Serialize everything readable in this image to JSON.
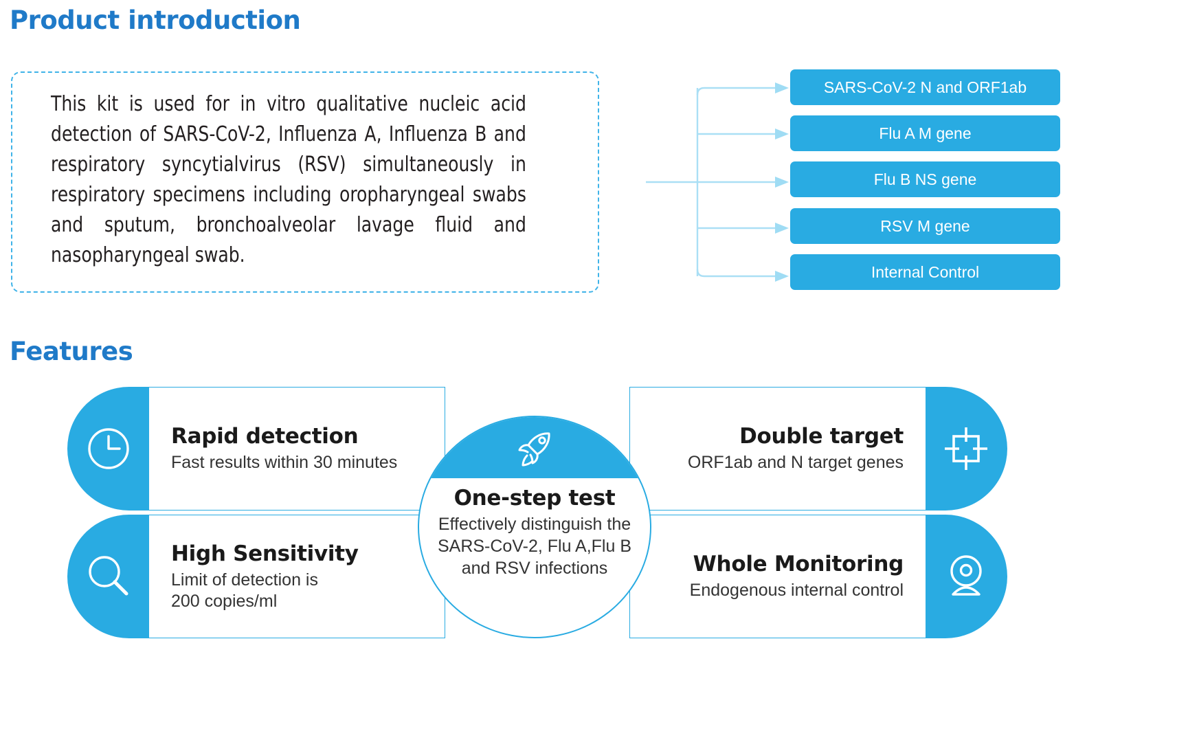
{
  "colors": {
    "brand_blue": "#29abe2",
    "heading_blue": "#1f7ac8",
    "text_dark": "#1a1a1a"
  },
  "sections": {
    "product_introduction": {
      "title": "Product introduction",
      "body": "This kit is used for in vitro qualitative nucleic acid detection of SARS-CoV-2, Influenza A, Influenza B and respiratory syncytialvirus (RSV) simultaneously in respiratory specimens including oropharyngeal swabs and sputum, bronchoalveolar lavage fluid and nasopharyngeal swab.",
      "targets": [
        "SARS-CoV-2 N and ORF1ab",
        "Flu A M gene",
        "Flu B NS gene",
        "RSV M gene",
        "Internal Control"
      ]
    },
    "features": {
      "title": "Features",
      "cards": [
        {
          "id": "rapid",
          "icon": "clock-icon",
          "title": "Rapid detection",
          "desc": "Fast results within 30 minutes"
        },
        {
          "id": "high",
          "icon": "magnifier-icon",
          "title": "High Sensitivity",
          "desc": "Limit of detection is\n200 copies/ml"
        },
        {
          "id": "double",
          "icon": "target-icon",
          "title": "Double target",
          "desc": "ORF1ab and N target genes"
        },
        {
          "id": "whole",
          "icon": "monitor-person-icon",
          "title": "Whole Monitoring",
          "desc": "Endogenous internal control"
        }
      ],
      "center": {
        "icon": "rocket-icon",
        "title": "One-step test",
        "desc": "Effectively distinguish the\nSARS-CoV-2, Flu A,Flu B\nand RSV infections"
      }
    }
  }
}
